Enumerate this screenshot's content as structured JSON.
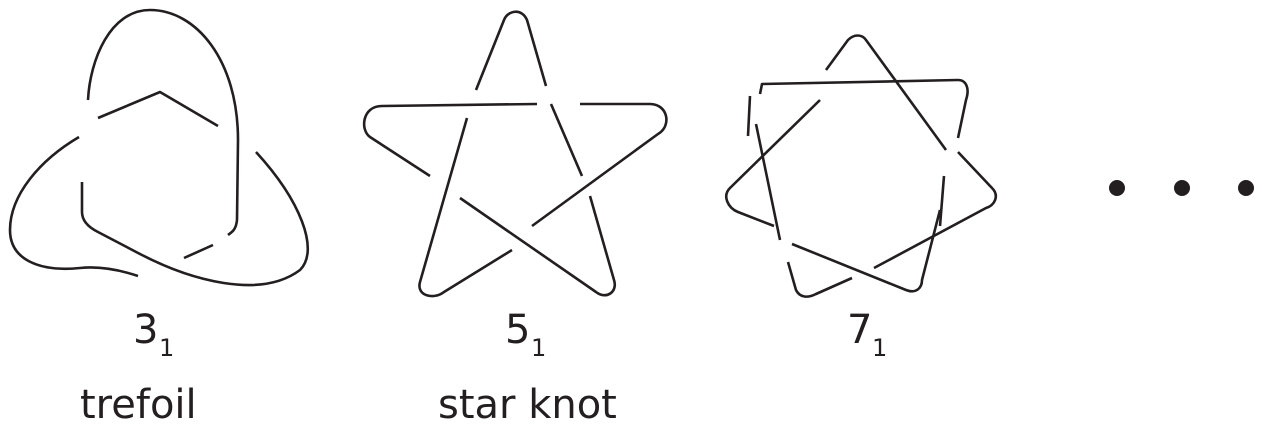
{
  "knots": [
    {
      "id": "trefoil",
      "number": "3",
      "subscript": "1",
      "name": "trefoil"
    },
    {
      "id": "star-knot",
      "number": "5",
      "subscript": "1",
      "name": "star knot"
    },
    {
      "id": "seven-one",
      "number": "7",
      "subscript": "1",
      "name": ""
    }
  ],
  "continuation": "• • •",
  "colors": {
    "ink": "#231f20",
    "background": "#ffffff"
  }
}
